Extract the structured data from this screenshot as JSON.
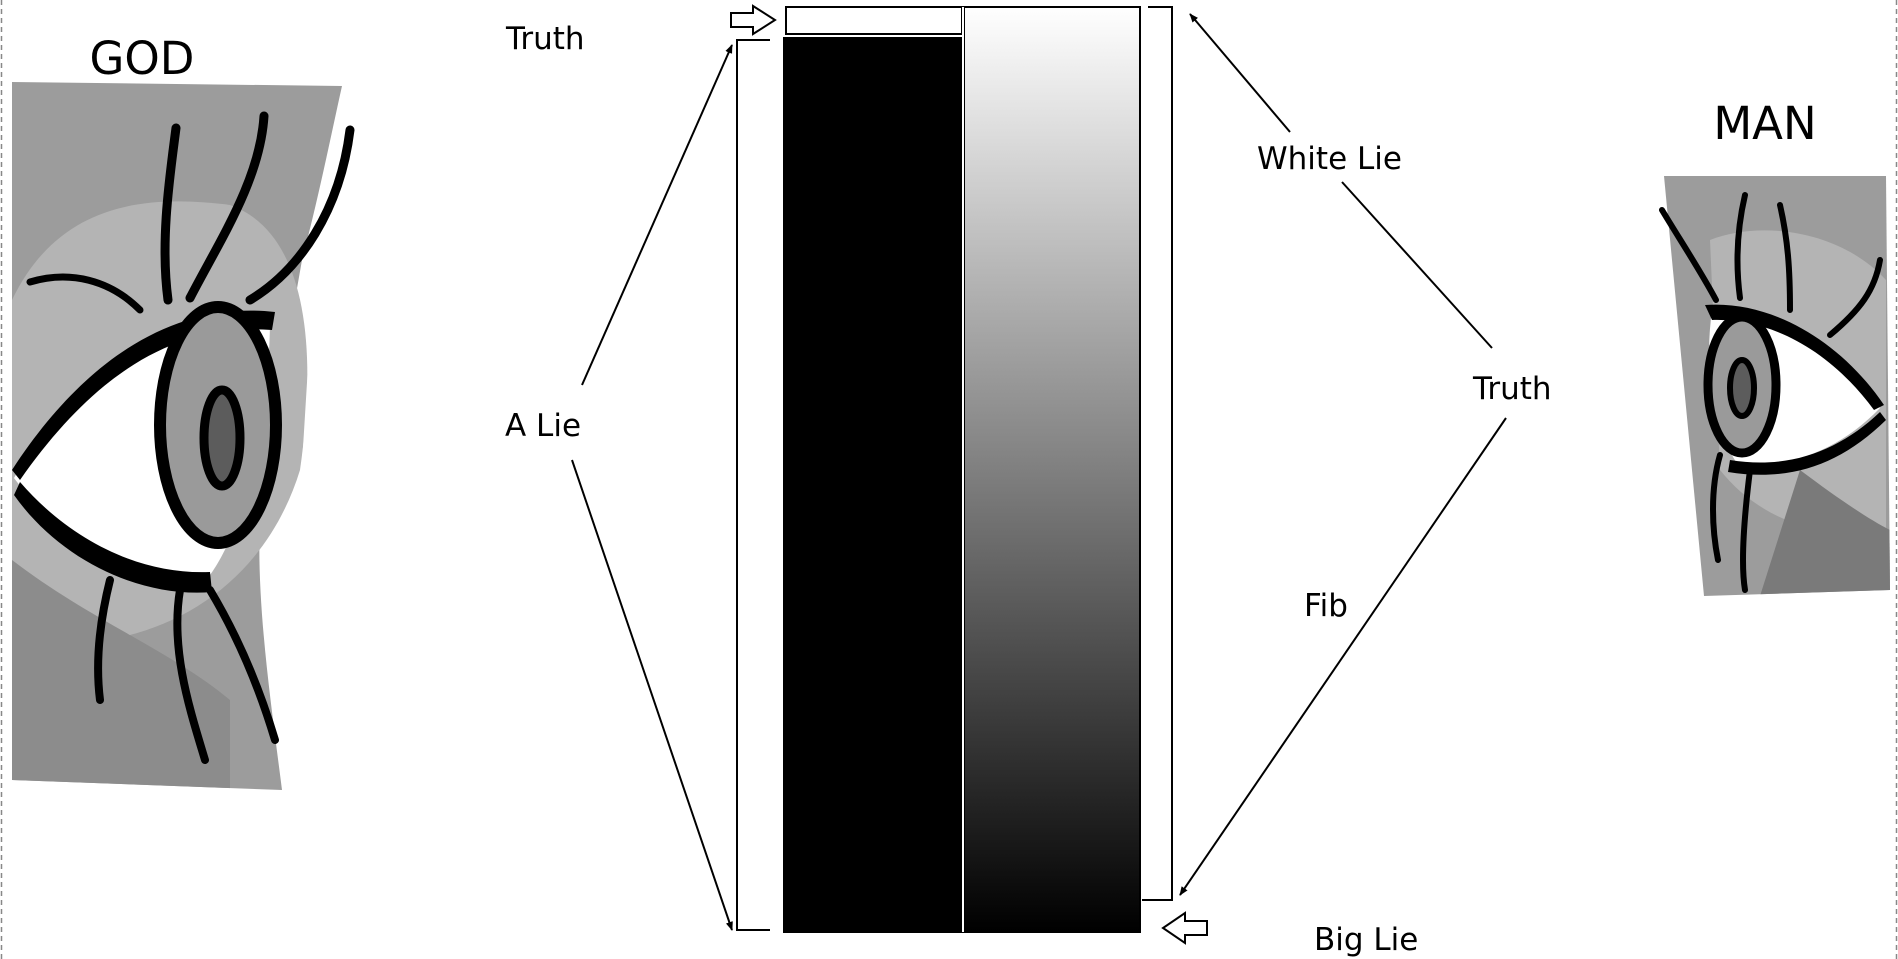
{
  "labels": {
    "god": "GOD",
    "man": "MAN",
    "truth_top": "Truth",
    "a_lie": "A Lie",
    "white_lie": "White Lie",
    "truth_right": "Truth",
    "fib": "Fib",
    "big_lie": "Big Lie"
  },
  "colors": {
    "background": "#ffffff",
    "ink": "#000000",
    "gray_light": "#b4b4b4",
    "gray_mid": "#9c9c9c",
    "gray_dark": "#7a7a7a",
    "gray_pupil": "#5c5c5c",
    "gradient_top": "#ffffff",
    "gradient_bottom": "#000000"
  },
  "icons": {
    "god_eye": "eye-icon",
    "man_eye": "eye-icon",
    "pointer_top": "right-arrow-outline-icon",
    "pointer_bottom": "left-arrow-outline-icon"
  }
}
